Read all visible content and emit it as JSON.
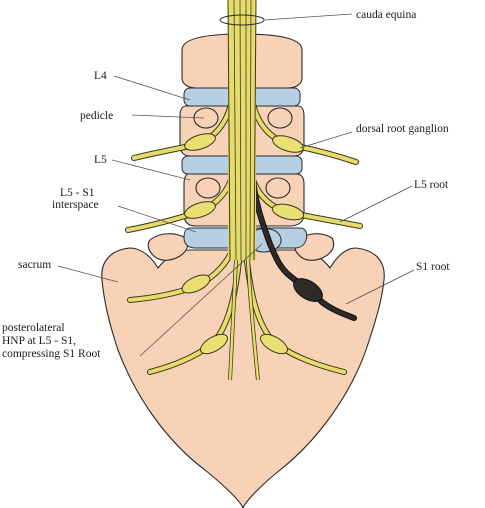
{
  "labels": {
    "cauda_equina": "cauda equina",
    "l4": "L4",
    "pedicle": "pedicle",
    "dorsal_root_ganglion": "dorsal root ganglion",
    "l5": "L5",
    "l5_s1_line1": "L5 - S1",
    "l5_s1_line2": "interspace",
    "l5_root": "L5 root",
    "sacrum": "sacrum",
    "s1_root": "S1 root",
    "hnp_line1": "posterolateral",
    "hnp_line2": "HNP at L5 - S1,",
    "hnp_line3": "compressing S1 Root"
  },
  "colors": {
    "bone": "#f7d2b6",
    "disc": "#b7cfe3",
    "nerve": "#e6dc6e",
    "compressed_root": "#2e2a28"
  }
}
